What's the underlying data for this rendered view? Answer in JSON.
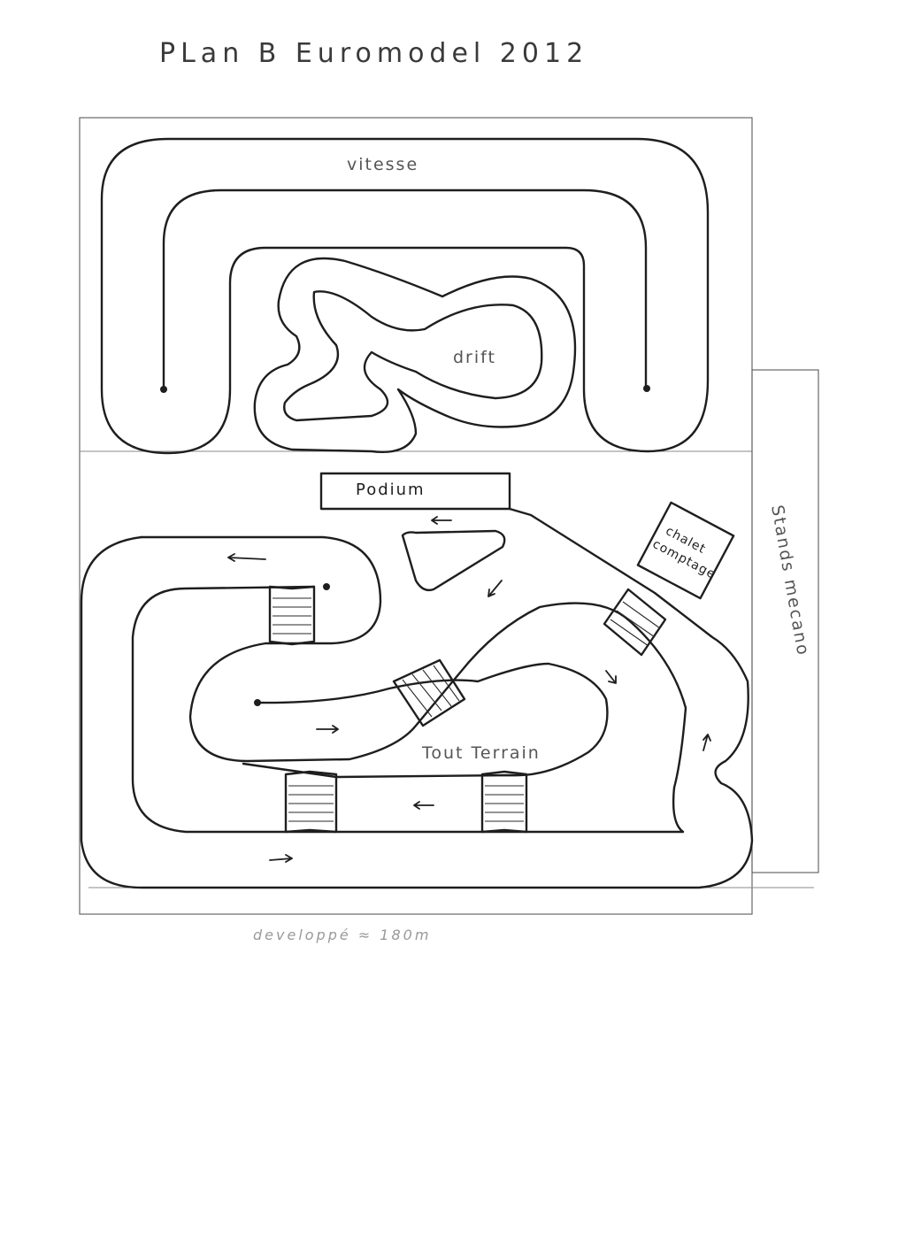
{
  "title": "PLan B Euromodel 2012",
  "tracks": {
    "speed": "vitesse",
    "drift": "drift",
    "offroad": "Tout Terrain"
  },
  "buildings": {
    "podium": "Podium",
    "counting_hut_line1": "chalet",
    "counting_hut_line2": "comptage",
    "pits": "Stands mecano"
  },
  "footer_note": "developpé ≈ 180m"
}
